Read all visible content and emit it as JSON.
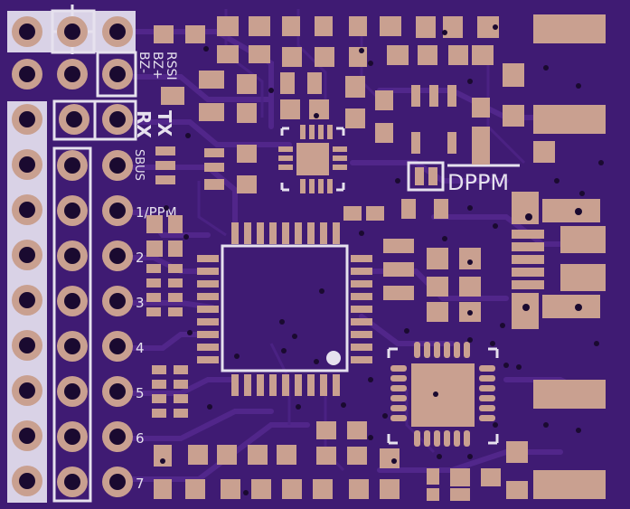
{
  "board": {
    "colors": {
      "soldermask": "#3f1b73",
      "trace": "#53288f",
      "pad": "#c9a090",
      "pad_dark": "#2a0f50",
      "silkscreen": "#e6e1ee"
    }
  },
  "labels": {
    "rssi": "RSSI",
    "bz_plus": "BZ+",
    "bz_minus": "BZ-",
    "tx": "TX",
    "rx": "RX",
    "sbus": "SBUS",
    "ppm": "1/PPM",
    "ch2": "2",
    "ch3": "3",
    "ch4": "4",
    "ch5": "5",
    "ch6": "6",
    "ch7": "7",
    "dppm": "DPPM"
  }
}
